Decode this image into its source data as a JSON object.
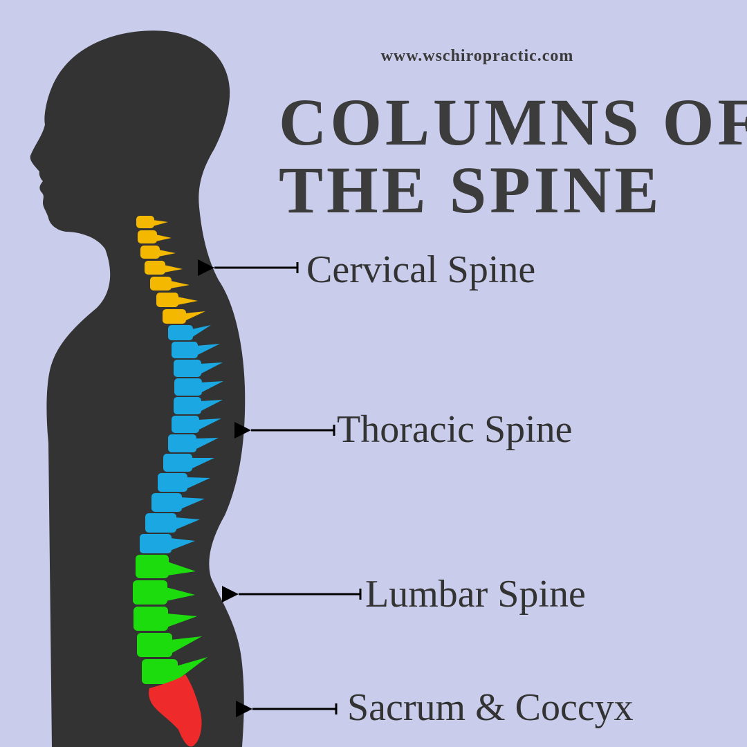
{
  "website": "www.wschiropractic.com",
  "title_line1": "COLUMNS OF",
  "title_line2": "THE SPINE",
  "labels": {
    "cervical": "Cervical Spine",
    "thoracic": "Thoracic Spine",
    "lumbar": "Lumbar Spine",
    "sacrum": "Sacrum & Coccyx"
  },
  "colors": {
    "background": "#c9cdeb",
    "silhouette": "#333333",
    "cervical": "#f5b800",
    "thoracic": "#1aa7e2",
    "lumbar": "#1ddc0e",
    "sacrum": "#ee2a2a"
  }
}
